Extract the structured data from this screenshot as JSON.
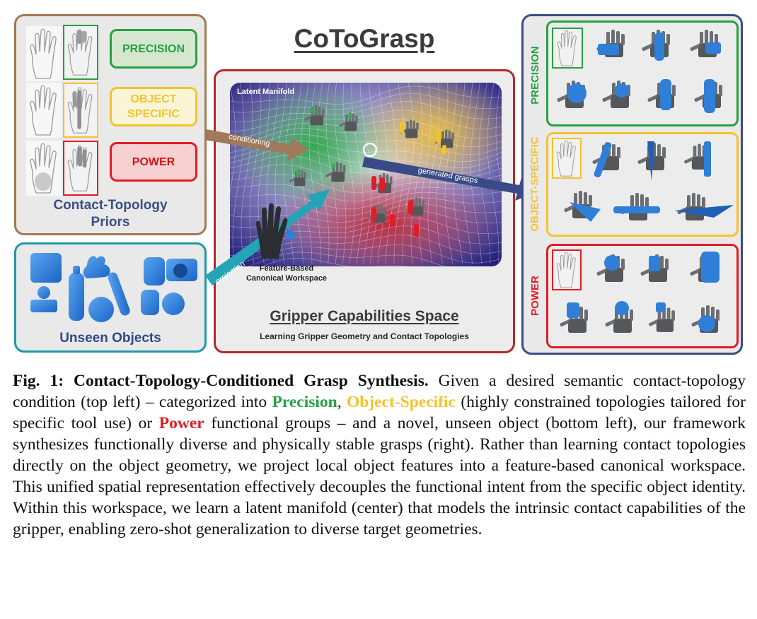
{
  "title": "CoToGrasp",
  "priors": {
    "categories": [
      {
        "label": "PRECISION",
        "color": "#27a043",
        "fill": "#d5e8cf",
        "text": "#27a043"
      },
      {
        "label": "OBJECT SPECIFIC",
        "color": "#f4c32d",
        "fill": "#fbf5d8",
        "text": "#f4c32d"
      },
      {
        "label": "POWER",
        "color": "#e01d26",
        "fill": "#f7d1d1",
        "text": "#d41420"
      }
    ],
    "caption_line1": "Contact-Topology",
    "caption_line2": "Priors"
  },
  "unseen": {
    "caption": "Unseen Objects"
  },
  "center": {
    "manifold_label": "Latent Manifold",
    "arrow_conditioning": "conditioning",
    "arrow_projection": "projection",
    "arrow_generated": "generated grasps",
    "feature_label_line1": "Feature-Based",
    "feature_label_line2": "Canonical Workspace",
    "title": "Gripper Capabilities Space",
    "subtitle": "Learning Gripper Geometry and Contact Topologies"
  },
  "right": {
    "sections": [
      {
        "label": "PRECISION",
        "color": "#27a043"
      },
      {
        "label": "OBJECT-SPECIFIC",
        "color": "#f4c32d"
      },
      {
        "label": "POWER",
        "color": "#e01d26"
      }
    ]
  },
  "colors": {
    "accent_blue": "#2f7fd8",
    "gripper_gray": "#5f6164"
  },
  "caption": {
    "fig_label": "Fig. 1: Contact-Topology-Conditioned Grasp Synthesis.",
    "text_1": " Given a desired semantic contact-topology condition (top left) – categorized into ",
    "precision": "Precision",
    "text_2": ", ",
    "object_specific": "Object-Specific",
    "text_3": " (highly constrained topologies tailored for specific tool use) or ",
    "power": "Power",
    "text_4": " functional groups – and a novel, unseen object (bottom left), our framework synthesizes functionally diverse and physically stable grasps (right). Rather than learning contact topologies directly on the object geometry, we project local object features into a feature-based canonical workspace. This unified spatial representation effectively decouples the functional intent from the specific object identity. Within this workspace, we learn a latent manifold (center) that models the intrinsic contact capabilities of the gripper, enabling zero-shot generalization to diverse target geometries."
  }
}
